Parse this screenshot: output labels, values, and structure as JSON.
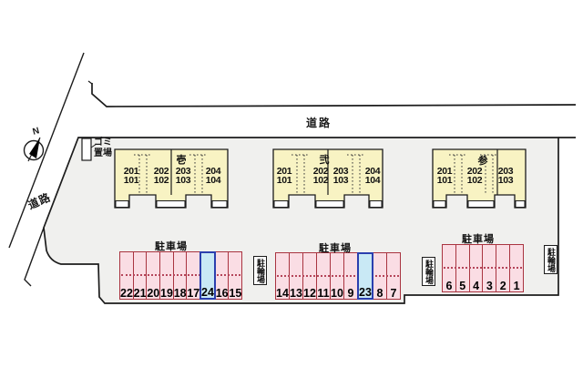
{
  "site_plan": {
    "compass_label": "N",
    "road_label_top": "道路",
    "road_label_left": "道路",
    "garbage_label_line1": "ゴミ",
    "garbage_label_line2": "置場",
    "buildings": [
      {
        "name": "壱",
        "units": [
          {
            "upper": "201",
            "lower": "101"
          },
          {
            "upper": "202",
            "lower": "102"
          },
          {
            "upper": "203",
            "lower": "103"
          },
          {
            "upper": "204",
            "lower": "104"
          }
        ]
      },
      {
        "name": "弐",
        "units": [
          {
            "upper": "201",
            "lower": "101"
          },
          {
            "upper": "202",
            "lower": "102"
          },
          {
            "upper": "203",
            "lower": "103"
          },
          {
            "upper": "204",
            "lower": "104"
          }
        ]
      },
      {
        "name": "参",
        "units": [
          {
            "upper": "201",
            "lower": "101"
          },
          {
            "upper": "202",
            "lower": "102"
          },
          {
            "upper": "203",
            "lower": "103"
          }
        ]
      }
    ],
    "parking_lots": [
      {
        "label": "駐車場",
        "spaces": [
          "22",
          "21",
          "20",
          "19",
          "18",
          "17",
          "24",
          "16",
          "15"
        ],
        "highlighted_space": "24"
      },
      {
        "label": "駐車場",
        "spaces": [
          "14",
          "13",
          "12",
          "11",
          "10",
          "9",
          "23",
          "8",
          "7"
        ],
        "highlighted_space": "23"
      },
      {
        "label": "駐車場",
        "spaces": [
          "6",
          "5",
          "4",
          "3",
          "2",
          "1"
        ],
        "highlighted_space": null
      }
    ],
    "bicycle_parking_labels": [
      "駐輪場",
      "駐輪場",
      "駐輪場"
    ],
    "colors": {
      "site_fill": "#f0f0ee",
      "building_fill": "#f8f3c3",
      "parking_space_fill": "#fadde4",
      "parking_border": "#a93440",
      "highlight_fill": "#c9e9f5",
      "highlight_border": "#2b3fae"
    }
  }
}
